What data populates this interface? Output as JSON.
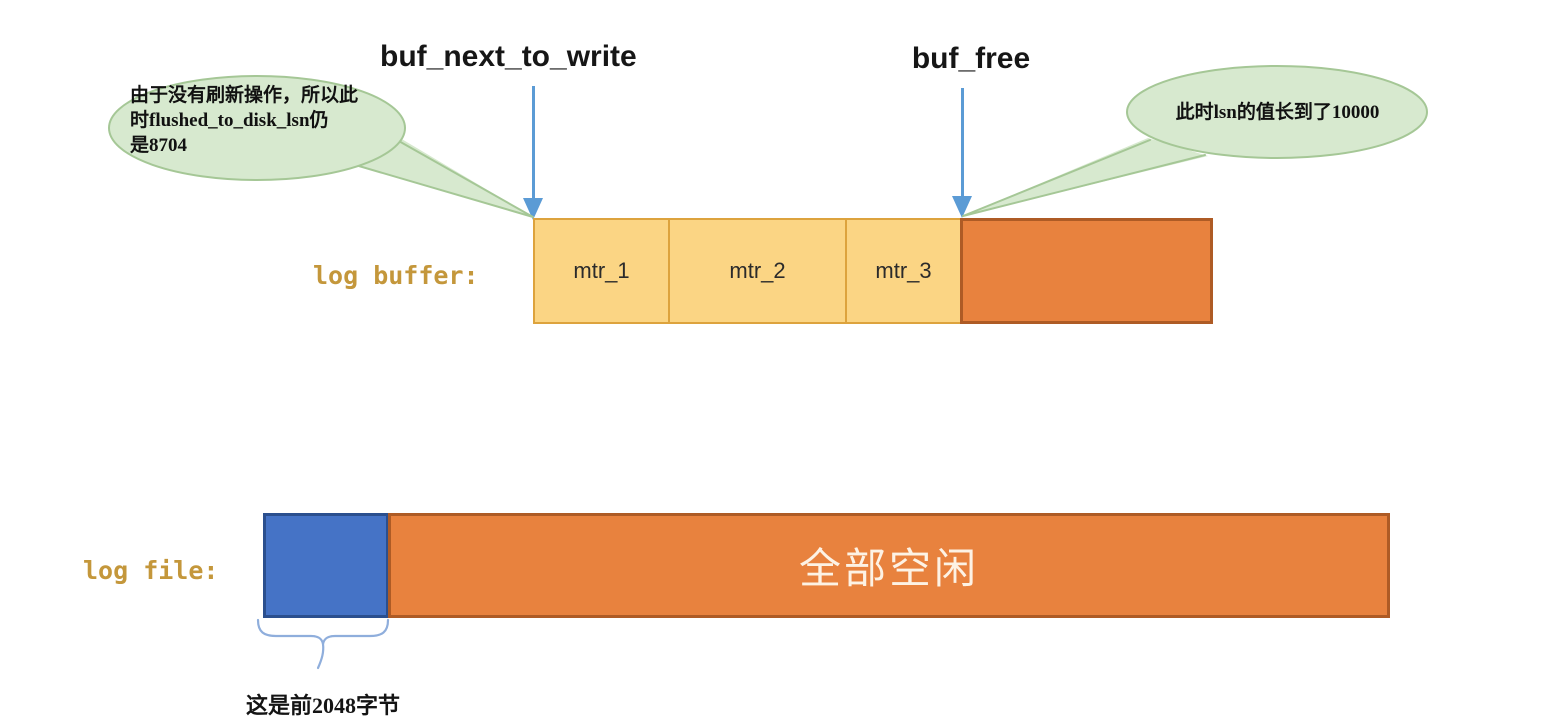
{
  "pointers": {
    "next_to_write": {
      "label": "buf_next_to_write"
    },
    "free": {
      "label": "buf_free"
    }
  },
  "bubbles": {
    "left": {
      "lines": [
        "由于没有刷新操作，所以此",
        "时flushed_to_disk_lsn仍",
        "是8704"
      ]
    },
    "right": {
      "text": "此时lsn的值长到了10000"
    }
  },
  "log_buffer": {
    "label": "log buffer:",
    "segments": [
      "mtr_1",
      "mtr_2",
      "mtr_3"
    ]
  },
  "log_file": {
    "label": "log file:",
    "free_label": "全部空闲",
    "reserved_note": "这是前2048字节"
  },
  "colors": {
    "arrow_blue": "#5B9BD5",
    "bubble_fill": "#D7E9CF",
    "bubble_border": "#A5C796",
    "light_orange": "#FBD584",
    "light_orange_border": "#DDA33D",
    "dark_orange": "#E8823E",
    "dark_orange_border": "#AE5B25",
    "blue_fill": "#4573C6",
    "blue_border": "#2B4F8E",
    "label_gold": "#C4973B",
    "brace_blue": "#8FAEDC",
    "free_text": "#FDF2E4"
  }
}
